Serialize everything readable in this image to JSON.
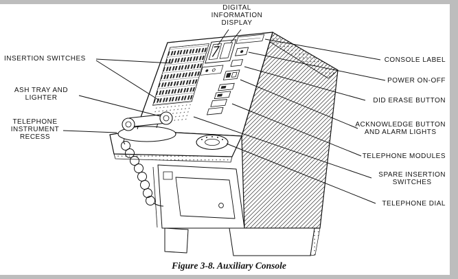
{
  "figure": {
    "caption": "Figure 3-8. Auxiliary Console"
  },
  "callouts": {
    "digital_information_display": "DIGITAL\nINFORMATION\nDISPLAY",
    "insertion_switches": "INSERTION SWITCHES",
    "ash_tray_and_lighter": "ASH TRAY AND\nLIGHTER",
    "telephone_instrument_recess": "TELEPHONE\nINSTRUMENT\nRECESS",
    "console_label": "CONSOLE LABEL",
    "power_on_off": "POWER ON-OFF",
    "did_erase_button": "DID ERASE BUTTON",
    "acknowledge_button_and_alarm_lights": "ACKNOWLEDGE BUTTON\nAND ALARM LIGHTS",
    "telephone_modules": "TELEPHONE MODULES",
    "spare_insertion_switches": "SPARE INSERTION\nSWITCHES",
    "telephone_dial": "TELEPHONE DIAL"
  },
  "colors": {
    "ink": "#111111",
    "paper": "#ffffff",
    "scan_border": "#bdbdbd"
  }
}
